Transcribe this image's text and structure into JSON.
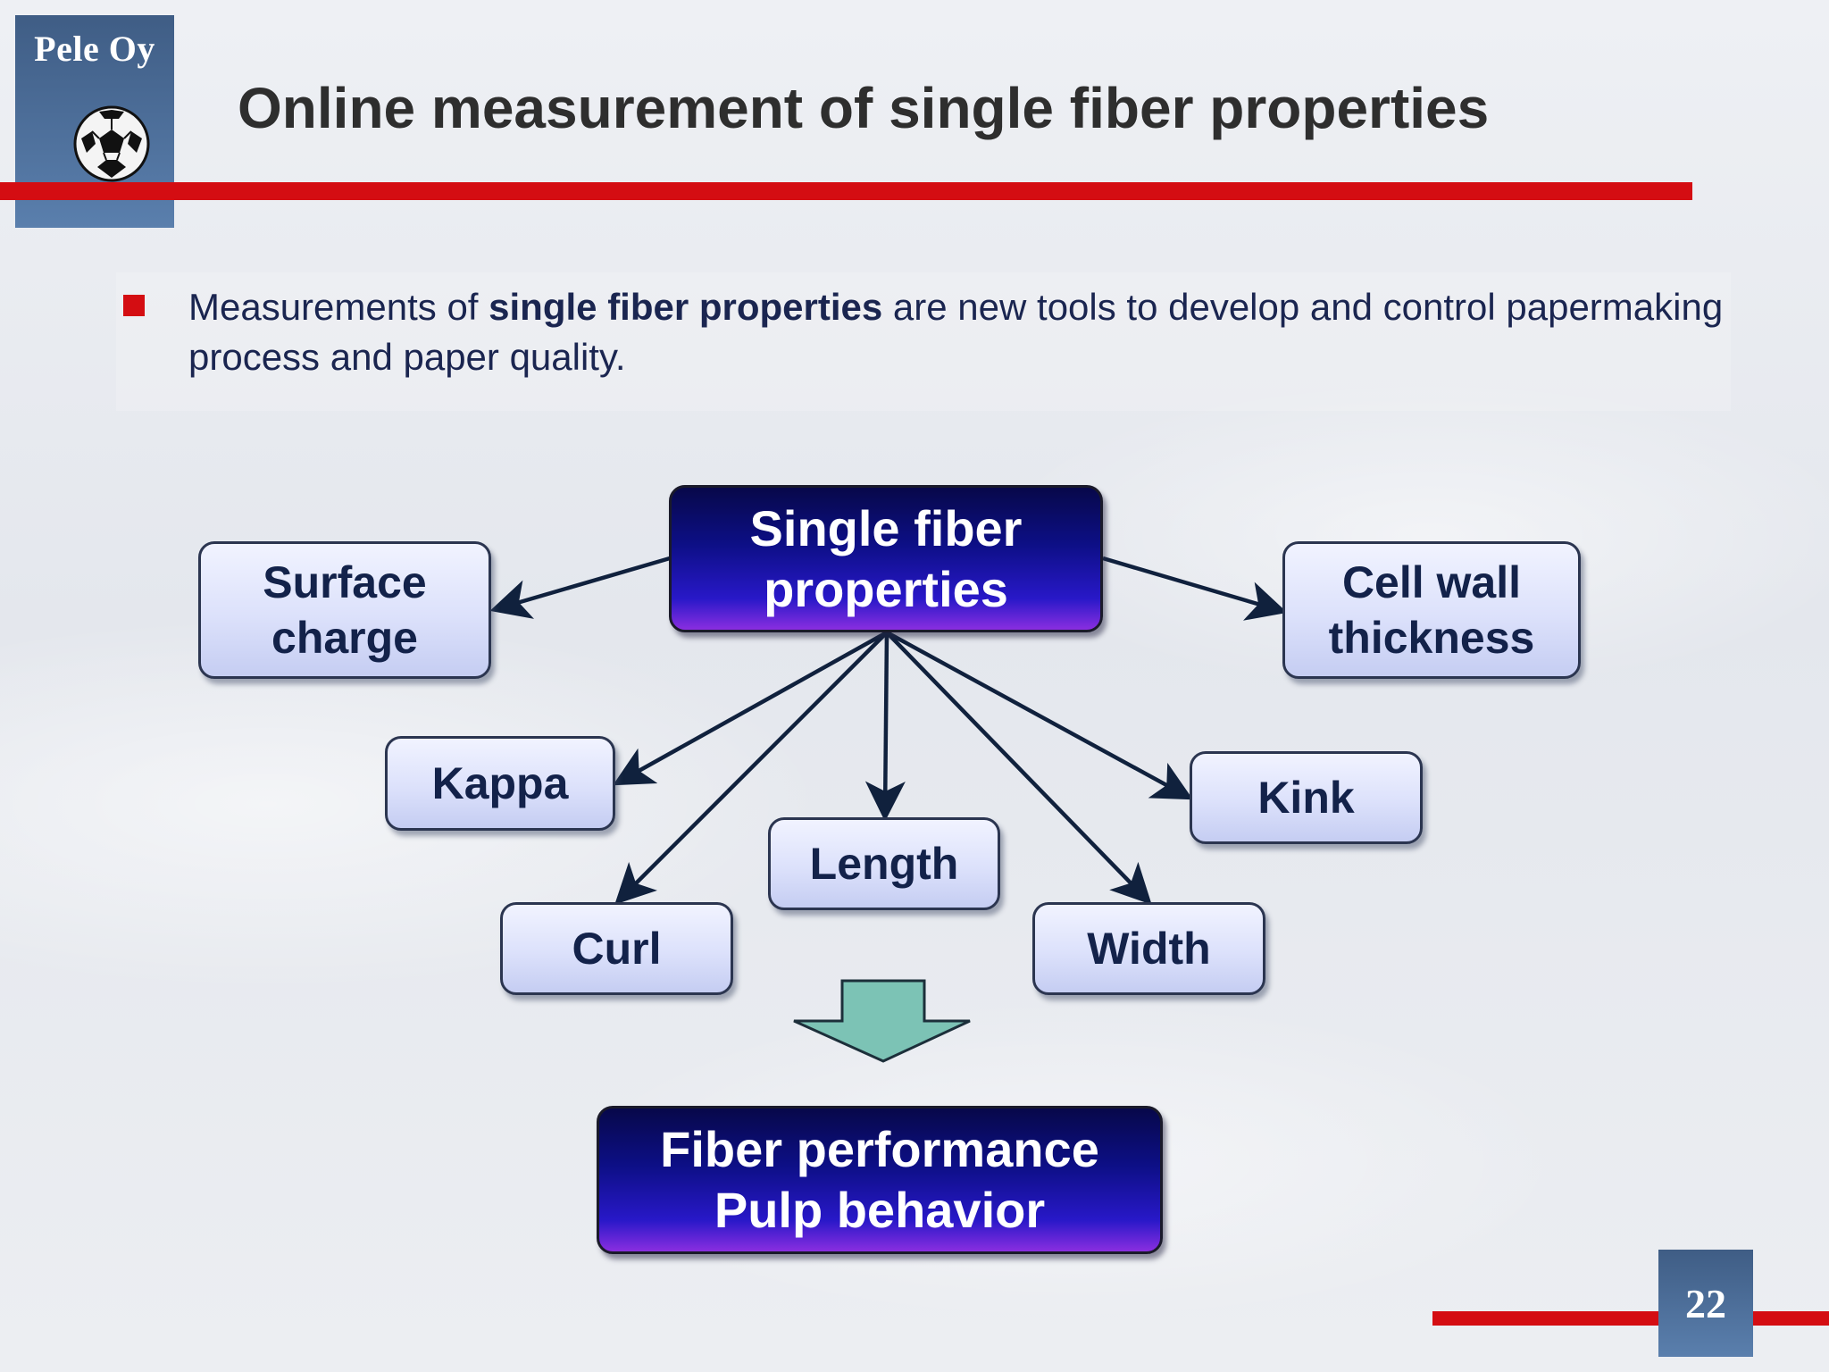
{
  "logo": {
    "company": "Pele Oy"
  },
  "title": "Online measurement of single fiber properties",
  "bullet": {
    "pre": "Measurements of ",
    "bold": "single fiber properties",
    "post": " are new tools to develop and control papermaking process and paper quality."
  },
  "diagram": {
    "center": {
      "line1": "Single fiber",
      "line2": "properties"
    },
    "surface": {
      "line1": "Surface",
      "line2": "charge"
    },
    "cellwall": {
      "line1": "Cell wall",
      "line2": "thickness"
    },
    "kappa": "Kappa",
    "kink": "Kink",
    "length": "Length",
    "curl": "Curl",
    "width": "Width",
    "result": {
      "line1": "Fiber performance",
      "line2": "Pulp behavior"
    }
  },
  "colors": {
    "accent_red": "#d40d12",
    "logo_blue": "#4a6a95",
    "arrow_dark": "#10213d",
    "big_arrow_fill": "#7cc3b5"
  },
  "page_number": "22"
}
